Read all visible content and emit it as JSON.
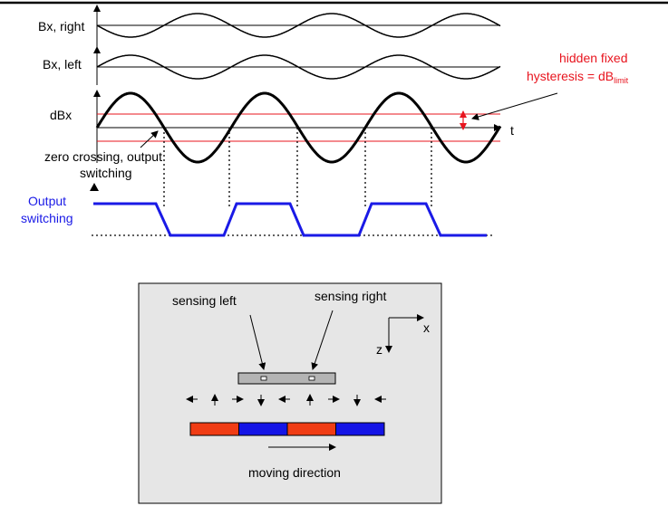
{
  "signals": {
    "bx_right": "Bx, right",
    "bx_left": "Bx, left",
    "dbx": "dBx",
    "t_axis": "t",
    "zero_crossing_line1": "zero crossing, output",
    "zero_crossing_line2": "switching",
    "hysteresis_line1": "hidden fixed",
    "hysteresis_line2_prefix": "hysteresis = dB",
    "hysteresis_sub": "limit",
    "output_line1": "Output",
    "output_line2": "switching"
  },
  "sensor_panel": {
    "sensing_left": "sensing left",
    "sensing_right": "sensing right",
    "x_axis": "x",
    "z_axis": "z",
    "moving_direction": "moving direction",
    "magnet_colors": [
      "#f03c14",
      "#1414e6",
      "#f03c14",
      "#1414e6"
    ],
    "field_arrows": [
      "left",
      "up",
      "right",
      "down",
      "left",
      "up",
      "right",
      "down",
      "left"
    ]
  },
  "colors": {
    "hysteresis": "#e8141e",
    "output": "#1a1ae6",
    "panel_bg": "#e6e6e6"
  }
}
